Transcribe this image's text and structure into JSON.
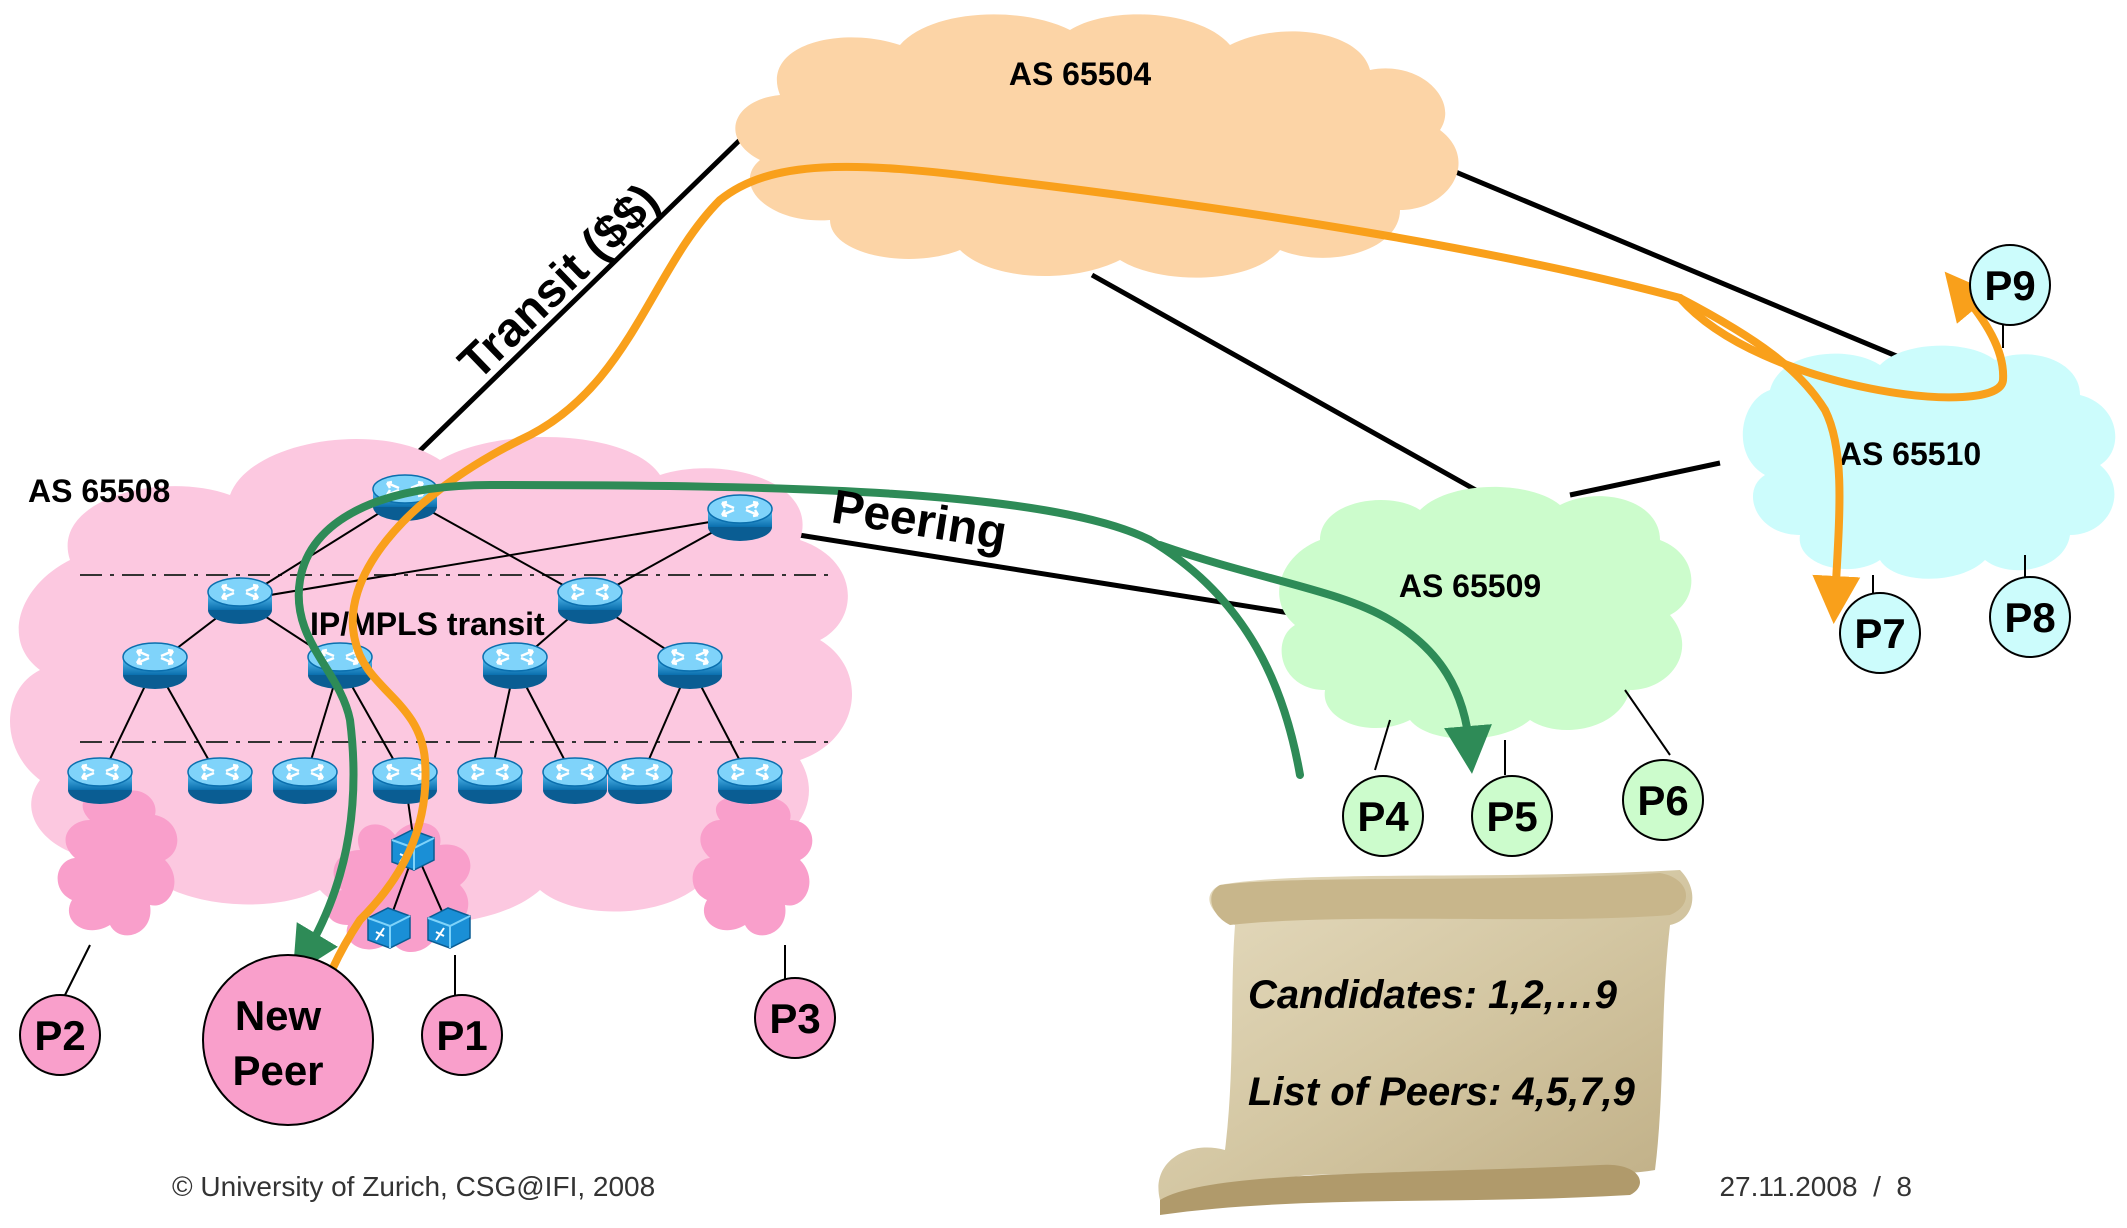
{
  "autonomous_systems": {
    "as65504": "AS 65504",
    "as65508": "AS 65508",
    "as65509": "AS 65509",
    "as65510": "AS 65510"
  },
  "links": {
    "transit": "Transit ($$)",
    "peering": "Peering",
    "ip_mpls": "IP/MPLS transit"
  },
  "peers": {
    "p1": "P1",
    "p2": "P2",
    "p3": "P3",
    "p4": "P4",
    "p5": "P5",
    "p6": "P6",
    "p7": "P7",
    "p8": "P8",
    "p9": "P9",
    "new_peer_line1": "New",
    "new_peer_line2": "Peer"
  },
  "scroll": {
    "candidates": "Candidates: 1,2,…9",
    "list_of_peers": "List of Peers: 4,5,7,9"
  },
  "footer": {
    "copyright": "© University of Zurich, CSG@IFI, 2008",
    "page": "27.11.2008  /  8"
  },
  "colors": {
    "as65504": "#fcd4a6",
    "as65508": "#fcc8e0",
    "as65509": "#ccfccc",
    "as65510": "#ccfcfc",
    "subnet_pink": "#f99fcb",
    "orange_path": "#f9a01b",
    "green_path": "#2e8b57",
    "router_blue": "#1a8fd6"
  }
}
